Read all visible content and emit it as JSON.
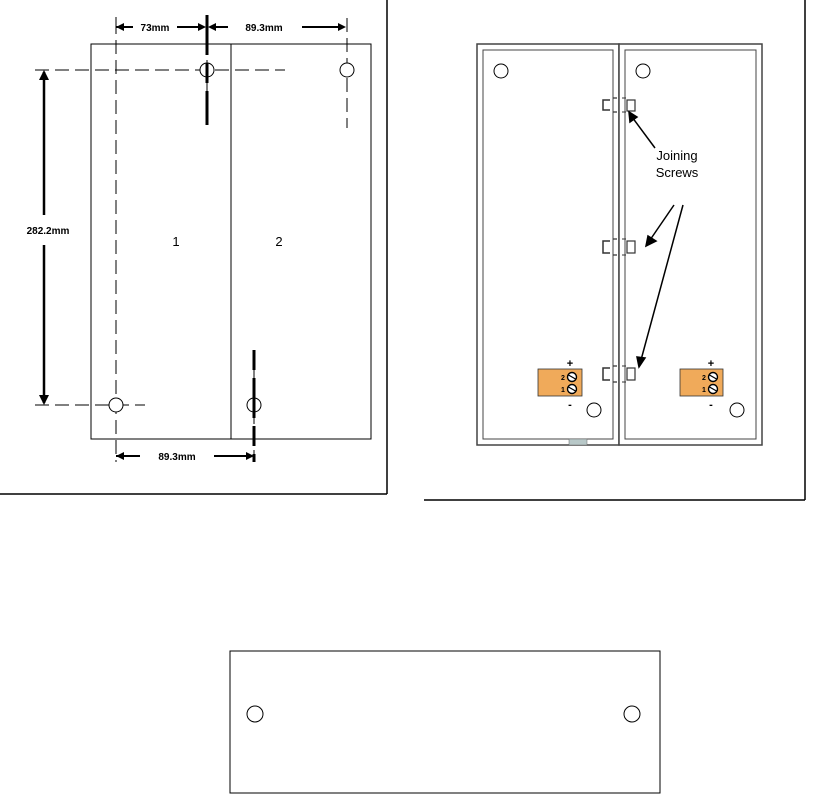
{
  "drilling_template": {
    "dim_top_left": "73mm",
    "dim_top_right": "89.3mm",
    "dim_height": "282.2mm",
    "dim_bottom": "89.3mm",
    "enclosure_1_label": "1",
    "enclosure_2_label": "2"
  },
  "joined_view": {
    "callout_line1": "Joining",
    "callout_line2": "Screws",
    "terminal_upper_label": "2",
    "terminal_lower_label": "1",
    "plus_sign": "+",
    "minus_sign": "-"
  },
  "colors": {
    "line": "#000000",
    "panel_outline": "#555555",
    "terminal_block": "#f0aa5a"
  }
}
